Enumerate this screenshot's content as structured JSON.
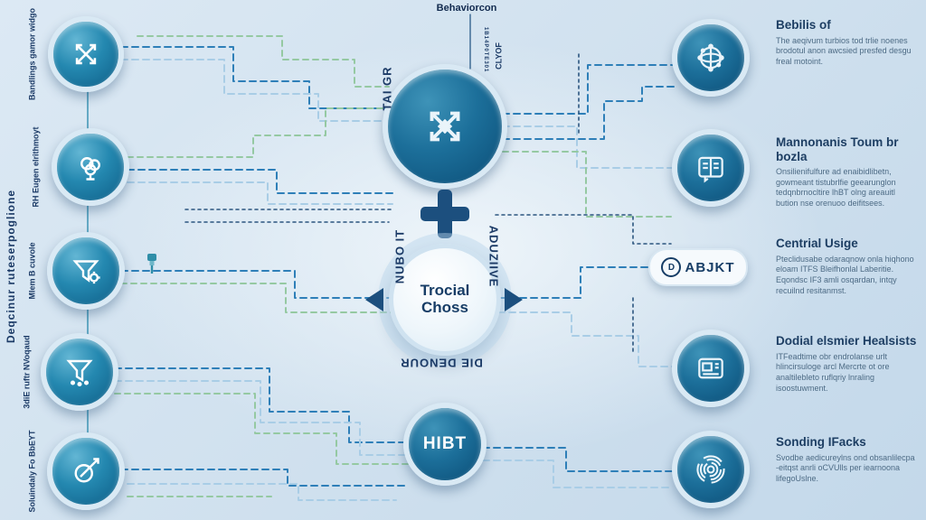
{
  "page": {
    "top_label": "Behaviorcon"
  },
  "left_axis_label": "Deqcinur ruteserpoglione",
  "left_nodes": [
    {
      "label": "Bandlings gamor widgo"
    },
    {
      "label": "RH Eugen elrithmoyt"
    },
    {
      "label": "Mlem B cuvole"
    },
    {
      "label": "3diE ruftr NVoqaud"
    },
    {
      "label": "Soluindaly Fo BbEYT"
    }
  ],
  "center": {
    "side_label_left": "TAI GR",
    "side_label_right": "CLYOF",
    "micro_label": "1B14P0TE301",
    "hub_label_left": "NUBO IT",
    "hub_label_right": "ADUZIIVE",
    "hub_label_bottom": "DIE DENOUR",
    "hub_title_line1": "Trocial",
    "hub_title_line2": "Choss",
    "bottom_node_label": "HIBT"
  },
  "right_items": [
    {
      "heading": "Bebilis of",
      "body": "The aeqivum turbios tod trlie noenes brodotul anon awcsied presfed desgu freal motoint."
    },
    {
      "heading": "Mannonanis Toum br bozla",
      "body": "Onsilienifulfure ad enaibidlibetn, gowmeant tistubrlfie geearunglon tedqnbrnocltire lhBT olng areauitl bution nse orenuoo deifitsees."
    },
    {
      "heading": "Centrial Usige",
      "body": "Pteclidusabe odaraqnow onla hiqhono eloam ITFS Bleifhonlal Laberitie. Eqondsc IF3 amli osqardan, intqy recuilnd resitanmst.",
      "badge_prefix": "D",
      "badge": "ABJKT"
    },
    {
      "heading": "Dodial elsmier Healsists",
      "body": "ITFeadtime obr endrolanse urlt hlincirsuloge arcl Mercrte ot ore analtilebleto ruflqriy lnraling isoostuwment."
    },
    {
      "heading": "Sonding IFacks",
      "body": "Svodbe aedicureylns ond obsanlilecpa -eitqst anrli oCVUlls per iearnoona lifegoUslne."
    }
  ],
  "colors": {
    "accent_blue": "#2e7fb8",
    "light_blue": "#a9cde6",
    "green": "#95c9a2",
    "navy": "#1c4f7e",
    "teal_node": "#1a7aa6"
  }
}
